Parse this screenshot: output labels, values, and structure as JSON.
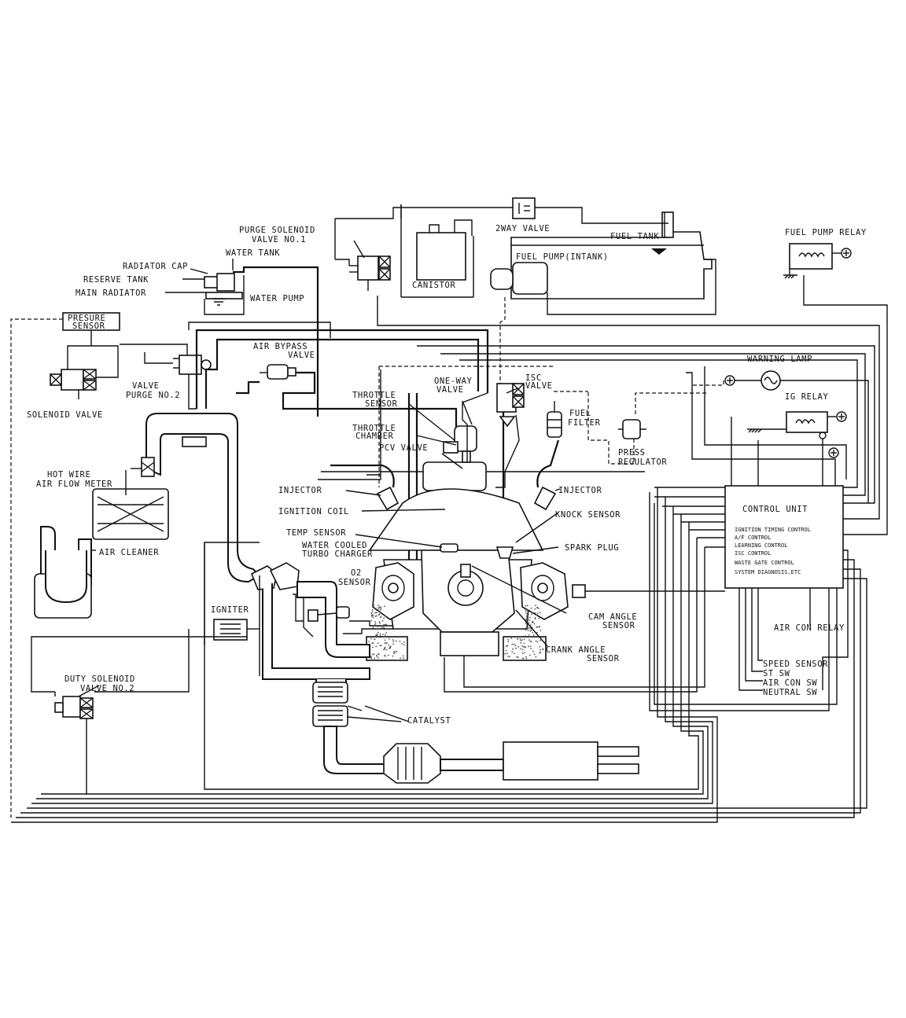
{
  "labels": {
    "purge_solenoid_valve_no1": [
      "PURGE SOLENOID",
      "VALVE NO.1"
    ],
    "two_way_valve": "2WAY VALVE",
    "fuel_tank": "FUEL TANK",
    "fuel_pump_relay": "FUEL PUMP RELAY",
    "radiator_cap": "RADIATOR CAP",
    "water_tank": "WATER TANK",
    "reserve_tank": "RESERVE TANK",
    "main_radiator": "MAIN RADIATOR",
    "canistor": "CANISTOR",
    "fuel_pump": "FUEL PUMP(INTANK)",
    "water_pump": "WATER PUMP",
    "presure_sensor": [
      "PRESURE",
      "SENSOR"
    ],
    "air_bypass_valve": [
      "AIR BYPASS",
      "VALVE"
    ],
    "warning_lamp": "WARNING LAMP",
    "one_way_valve": [
      "ONE-WAY",
      "VALVE"
    ],
    "isc_valve": [
      "ISC",
      "VALVE"
    ],
    "valve_purge_no2": [
      "VALVE",
      "PURGE NO.2"
    ],
    "throttle_sensor": [
      "THROTTLE",
      "SENSOR"
    ],
    "ig_relay": "IG RELAY",
    "solenoid_valve": "SOLENOID VALVE",
    "fuel_filter": [
      "FUEL",
      "FILTER"
    ],
    "throttle_chamber": [
      "THROTTLE",
      "CHAMBER"
    ],
    "pcv_valve": "PCV VALVE",
    "press_regulator": [
      "PRESS",
      "REGULATOR"
    ],
    "hot_wire_air_flow_meter": [
      "HOT WIRE",
      "AIR FLOW METER"
    ],
    "injector_left": "INJECTOR",
    "injector_right": "INJECTOR",
    "ignition_coil": "IGNITION COIL",
    "knock_sensor": "KNOCK SENSOR",
    "temp_sensor": "TEMP SENSOR",
    "water_cooled_turbo_charger": [
      "WATER COOLED",
      "TURBO CHARGER"
    ],
    "spark_plug": "SPARK PLUG",
    "air_cleaner": "AIR CLEANER",
    "o2_sensor": [
      "O2",
      "SENSOR"
    ],
    "igniter": "IGNITER",
    "cam_angle_sensor": [
      "CAM ANGLE",
      "SENSOR"
    ],
    "air_con_relay": "AIR CON RELAY",
    "crank_angle_sensor": [
      "CRANK ANGLE",
      "SENSOR"
    ],
    "speed_sensor": "SPEED SENSOR",
    "st_sw": "ST SW",
    "air_con_sw": "AIR CON SW",
    "neutral_sw": "NEUTRAL SW",
    "duty_solenoid_valve_no2": [
      "DUTY SOLENOID",
      "VALVE NO.2"
    ],
    "catalyst": "CATALYST"
  },
  "control_unit": {
    "title": "CONTROL UNIT",
    "functions": [
      "IGNITION TIMING CONTROL",
      "A/F CONTROL",
      "LEARNING CONTROL",
      "ISC CONTROL",
      "WASTE GATE CONTROL",
      "SYSTEM DIAGNOSIS,ETC"
    ]
  },
  "icons": {
    "plus": "⊕",
    "ground": "ground-symbol",
    "relay_coil": "relay-coil-symbol",
    "lamp": "lamp-symbol"
  }
}
